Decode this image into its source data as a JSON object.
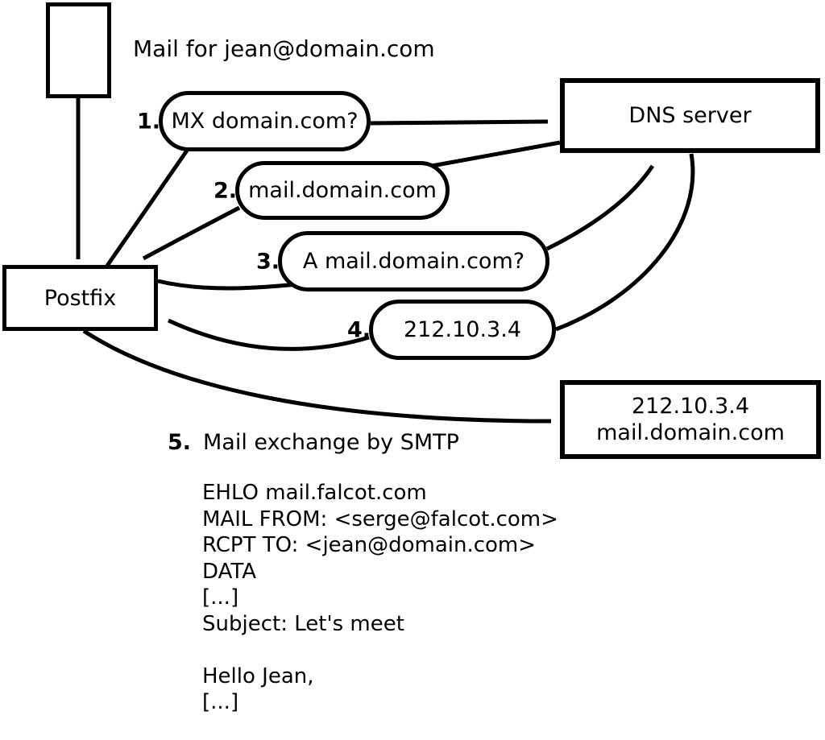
{
  "title": "Mail for jean@domain.com",
  "nodes": {
    "postfix_label": "Postfix",
    "dns_label": "DNS server",
    "mail_server_line1": "212.10.3.4",
    "mail_server_line2": "mail.domain.com"
  },
  "steps": [
    {
      "num": "1.",
      "label": "MX domain.com?"
    },
    {
      "num": "2.",
      "label": "mail.domain.com"
    },
    {
      "num": "3.",
      "label": "A mail.domain.com?"
    },
    {
      "num": "4.",
      "label": "212.10.3.4"
    }
  ],
  "step5": {
    "num": "5.",
    "label": "Mail exchange by SMTP"
  },
  "smtp_dialog": [
    "EHLO mail.falcot.com",
    "MAIL FROM: <serge@falcot.com>",
    "RCPT TO: <jean@domain.com>",
    "DATA",
    "[...]",
    "Subject: Let's meet",
    "",
    "Hello Jean,",
    "[...]",
    "",
    "."
  ],
  "colors": {
    "ink": "#000000",
    "background": "#ffffff"
  }
}
